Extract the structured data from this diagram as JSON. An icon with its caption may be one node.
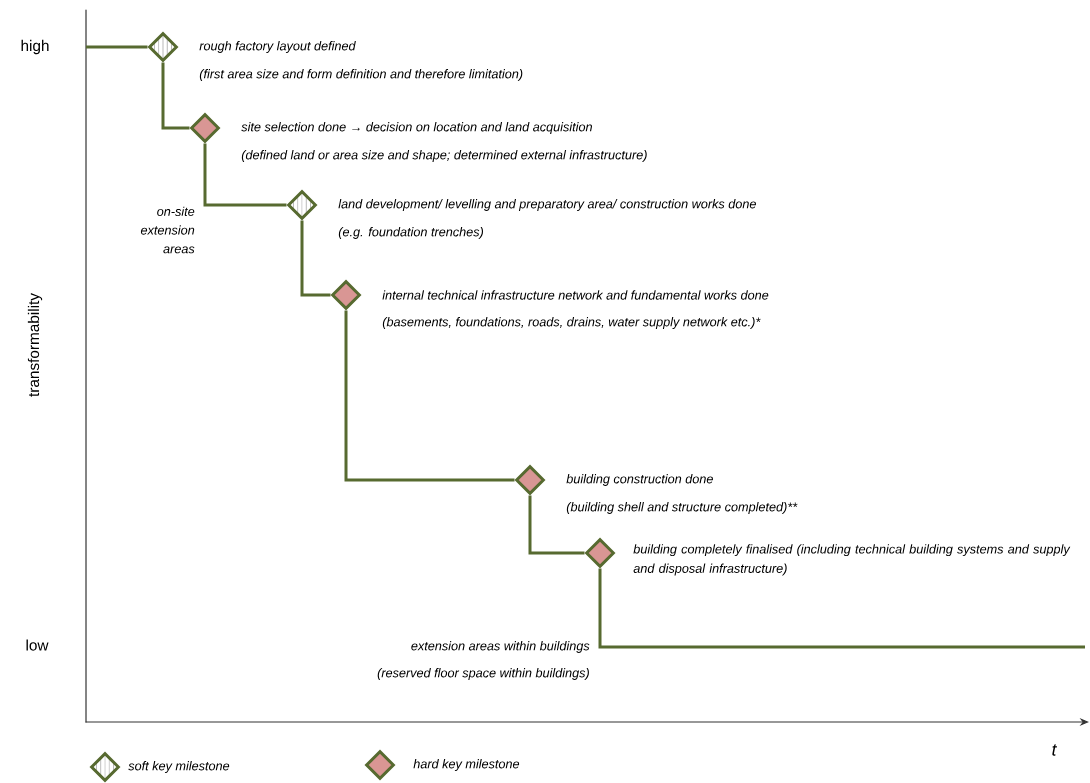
{
  "diagram": {
    "nodes": [
      {
        "text": [],
        "shape": "hatched-diamond",
        "beside": [
          "rough factory layout defined",
          "(first area size and form definition and therefore limitation)"
        ]
      },
      {
        "text": [],
        "shape": "diamond",
        "beside": [
          "site selection done → decision on location and land acquisition",
          "(defined land or area size and shape; determined external infrastructure)"
        ]
      },
      {
        "text": [],
        "shape": "hatched-diamond",
        "beside": [
          "land development/ levelling and preparatory area/ construction works done",
          "(e.g. foundation trenches)"
        ]
      },
      {
        "text": [],
        "shape": "diamond",
        "beside": [
          "internal technical infrastructure network and fundamental works done",
          "(basements, foundations, roads, drains, water supply network etc.)*"
        ]
      },
      {
        "text": [],
        "shape": "diamond",
        "beside": [
          "building construction done",
          "(building shell and structure completed)**"
        ]
      },
      {
        "text": [],
        "shape": "diamond",
        "beside": [
          "building completely finalised (including technical building systems and supply and disposal infrastructure)"
        ]
      }
    ],
    "edges": [
      {
        "from": null,
        "to": 0,
        "arrow": "none"
      },
      {
        "from": 0,
        "to": 1,
        "arrow": "none"
      },
      {
        "from": 1,
        "to": 2,
        "arrow": "none"
      },
      {
        "from": 2,
        "to": 3,
        "arrow": "none"
      },
      {
        "from": 3,
        "to": 4,
        "arrow": "none"
      },
      {
        "from": 4,
        "to": 5,
        "arrow": "none"
      },
      {
        "from": 5,
        "to": null,
        "arrow": "none"
      }
    ],
    "labels": [
      "high",
      "low",
      "transformability",
      "t",
      "on-site extension areas",
      "extension areas within buildings",
      "(reserved floor space within buildings)"
    ],
    "legend": [
      {
        "text": "soft key milestone"
      },
      {
        "text": "hard key milestone"
      }
    ]
  }
}
